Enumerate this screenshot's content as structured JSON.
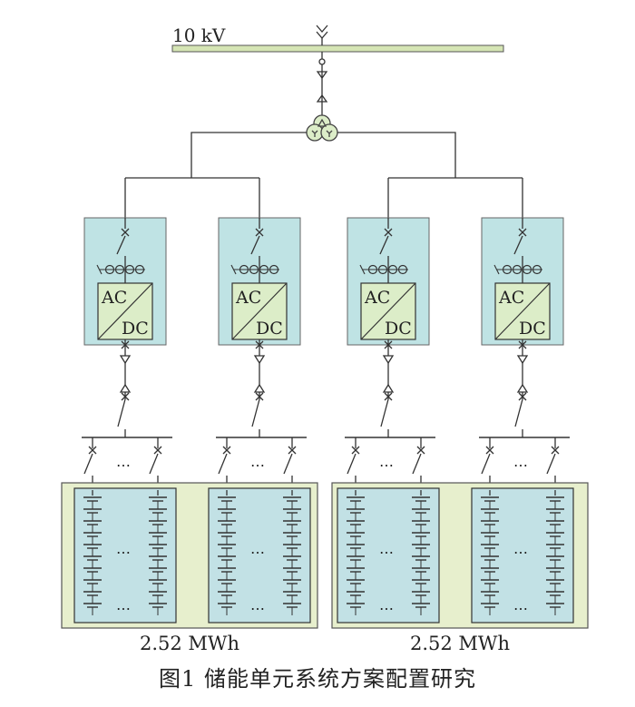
{
  "diagram": {
    "bus_label": "10 kV",
    "pcs_top": "AC",
    "pcs_bottom": "DC",
    "cell_ellipsis": "…",
    "colors": {
      "bus_fill": "#d5e5b4",
      "pcs_box": "#bfe3e4",
      "converter": "#dcedc8",
      "battery_container": "#e7efcd",
      "battery_rack": "#c2e1e5",
      "line": "#333333"
    },
    "energy_units": [
      {
        "capacity": "2.52 MWh"
      },
      {
        "capacity": "2.52 MWh"
      }
    ]
  },
  "caption": "图1  储能单元系统方案配置研究"
}
